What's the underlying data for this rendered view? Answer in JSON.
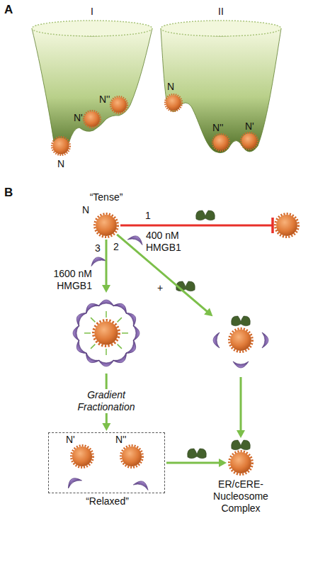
{
  "diagram": {
    "nodes": [
      {
        "text": [
          "“Tense”",
          "N"
        ]
      },
      {
        "text": []
      },
      {
        "text": []
      },
      {
        "text": []
      },
      {
        "text": [
          "“Relaxed”"
        ]
      },
      {
        "text": [
          "N'"
        ],
        "in": 4
      },
      {
        "text": [
          "N''"
        ],
        "in": 4
      },
      {
        "text": [
          "ER/cERE-Nucleosome Complex"
        ]
      }
    ],
    "edges": [
      {
        "from": 0,
        "to": 1,
        "arrow": "none",
        "label": "1"
      },
      {
        "from": 0,
        "to": 3,
        "arrow": "to",
        "label": "2"
      },
      {
        "from": 0,
        "to": 2,
        "arrow": "to",
        "label": "3"
      },
      {
        "from": 2,
        "to": 4,
        "arrow": "to",
        "label": "Gradient Fractionation"
      },
      {
        "from": 3,
        "to": 7,
        "arrow": "to"
      },
      {
        "from": 4,
        "to": 7,
        "arrow": "to"
      }
    ],
    "labels": [
      "A",
      "I",
      "N",
      "N'",
      "N''",
      "II",
      "N",
      "N''",
      "N'",
      "B",
      "400 nM HMGB1",
      "+",
      "1600 nM HMGB1"
    ]
  }
}
